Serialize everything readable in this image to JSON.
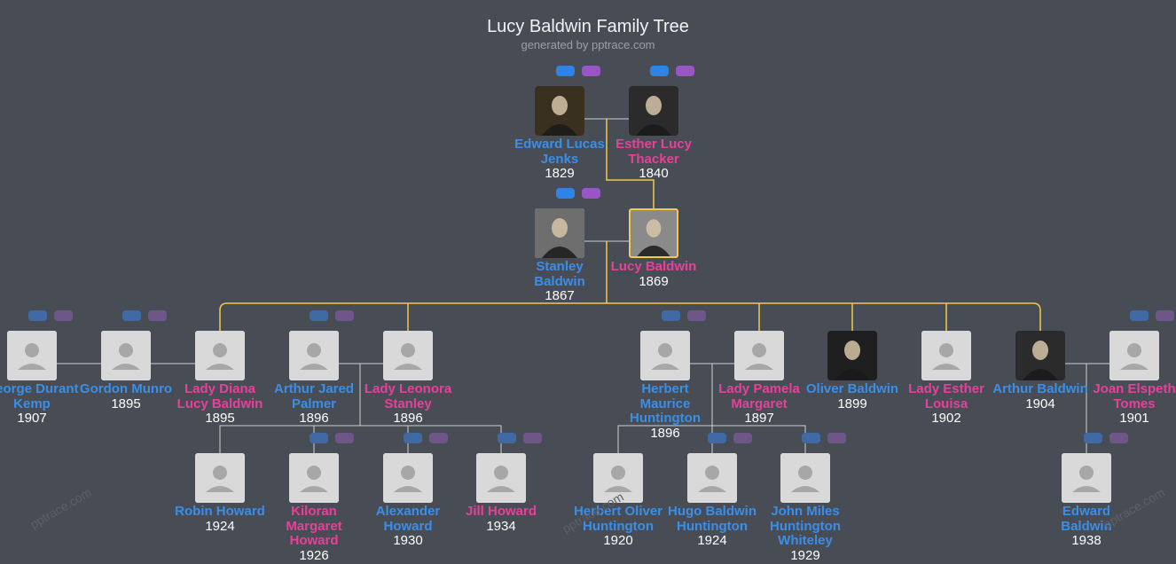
{
  "title": "Lucy Baldwin Family Tree",
  "subtitle": "generated by pptrace.com",
  "watermark": "pptrace.com",
  "colors": {
    "background": "#484d55",
    "male": "#3a8ee8",
    "female": "#e8409a",
    "main_line": "#f2c94c",
    "line": "#d4d4d4",
    "button_blue": "#2d83e6",
    "button_purple": "#9a55c4"
  },
  "people": [
    {
      "id": "edward-lucas-jenks",
      "name": "Edward Lucas Jenks",
      "year": "1829",
      "sex": "m",
      "photo": "portrait-photo"
    },
    {
      "id": "esther-lucy-thacker",
      "name": "Esther Lucy Thacker",
      "year": "1840",
      "sex": "f",
      "photo": "portrait-photo"
    },
    {
      "id": "stanley-baldwin",
      "name": "Stanley Baldwin",
      "year": "1867",
      "sex": "m",
      "photo": "portrait-photo"
    },
    {
      "id": "lucy-baldwin",
      "name": "Lucy Baldwin",
      "year": "1869",
      "sex": "f",
      "photo": "portrait-photo",
      "focus": true
    },
    {
      "id": "george-durant-kemp",
      "name": "George Durant Kemp",
      "year": "1907",
      "sex": "m",
      "photo": "avatar-placeholder"
    },
    {
      "id": "gordon-munro",
      "name": "Gordon Munro",
      "year": "1895",
      "sex": "m",
      "photo": "avatar-placeholder"
    },
    {
      "id": "lady-diana-lucy-baldwin",
      "name": "Lady Diana Lucy Baldwin",
      "year": "1895",
      "sex": "f",
      "photo": "avatar-placeholder"
    },
    {
      "id": "arthur-jared-palmer",
      "name": "Arthur Jared Palmer",
      "year": "1896",
      "sex": "m",
      "photo": "avatar-placeholder"
    },
    {
      "id": "lady-leonora-stanley",
      "name": "Lady Leonora Stanley",
      "year": "1896",
      "sex": "f",
      "photo": "avatar-placeholder"
    },
    {
      "id": "herbert-maurice-huntington",
      "name": "Herbert Maurice Huntington",
      "year": "1896",
      "sex": "m",
      "photo": "avatar-placeholder"
    },
    {
      "id": "lady-pamela-margaret",
      "name": "Lady Pamela Margaret",
      "year": "1897",
      "sex": "f",
      "photo": "avatar-placeholder"
    },
    {
      "id": "oliver-baldwin",
      "name": "Oliver Baldwin",
      "year": "1899",
      "sex": "m",
      "photo": "portrait-photo"
    },
    {
      "id": "lady-esther-louisa",
      "name": "Lady Esther Louisa",
      "year": "1902",
      "sex": "f",
      "photo": "avatar-placeholder"
    },
    {
      "id": "arthur-baldwin",
      "name": "Arthur Baldwin",
      "year": "1904",
      "sex": "m",
      "photo": "portrait-photo"
    },
    {
      "id": "joan-elspeth-tomes",
      "name": "Joan Elspeth Tomes",
      "year": "1901",
      "sex": "f",
      "photo": "avatar-placeholder"
    },
    {
      "id": "robin-howard",
      "name": "Robin Howard",
      "year": "1924",
      "sex": "m",
      "photo": "avatar-placeholder"
    },
    {
      "id": "kiloran-margaret-howard",
      "name": "Kiloran Margaret Howard",
      "year": "1926",
      "sex": "f",
      "photo": "avatar-placeholder"
    },
    {
      "id": "alexander-howard",
      "name": "Alexander Howard",
      "year": "1930",
      "sex": "m",
      "photo": "avatar-placeholder"
    },
    {
      "id": "jill-howard",
      "name": "Jill Howard",
      "year": "1934",
      "sex": "f",
      "photo": "avatar-placeholder"
    },
    {
      "id": "herbert-oliver-huntington",
      "name": "Herbert Oliver Huntington",
      "year": "1920",
      "sex": "m",
      "photo": "avatar-placeholder"
    },
    {
      "id": "hugo-baldwin-huntington",
      "name": "Hugo Baldwin Huntington",
      "year": "1924",
      "sex": "m",
      "photo": "avatar-placeholder"
    },
    {
      "id": "john-miles-huntington-whiteley",
      "name": "John Miles Huntington Whiteley",
      "year": "1929",
      "sex": "m",
      "photo": "avatar-placeholder"
    },
    {
      "id": "edward-baldwin",
      "name": "Edward Baldwin",
      "year": "1938",
      "sex": "m",
      "photo": "avatar-placeholder"
    }
  ]
}
